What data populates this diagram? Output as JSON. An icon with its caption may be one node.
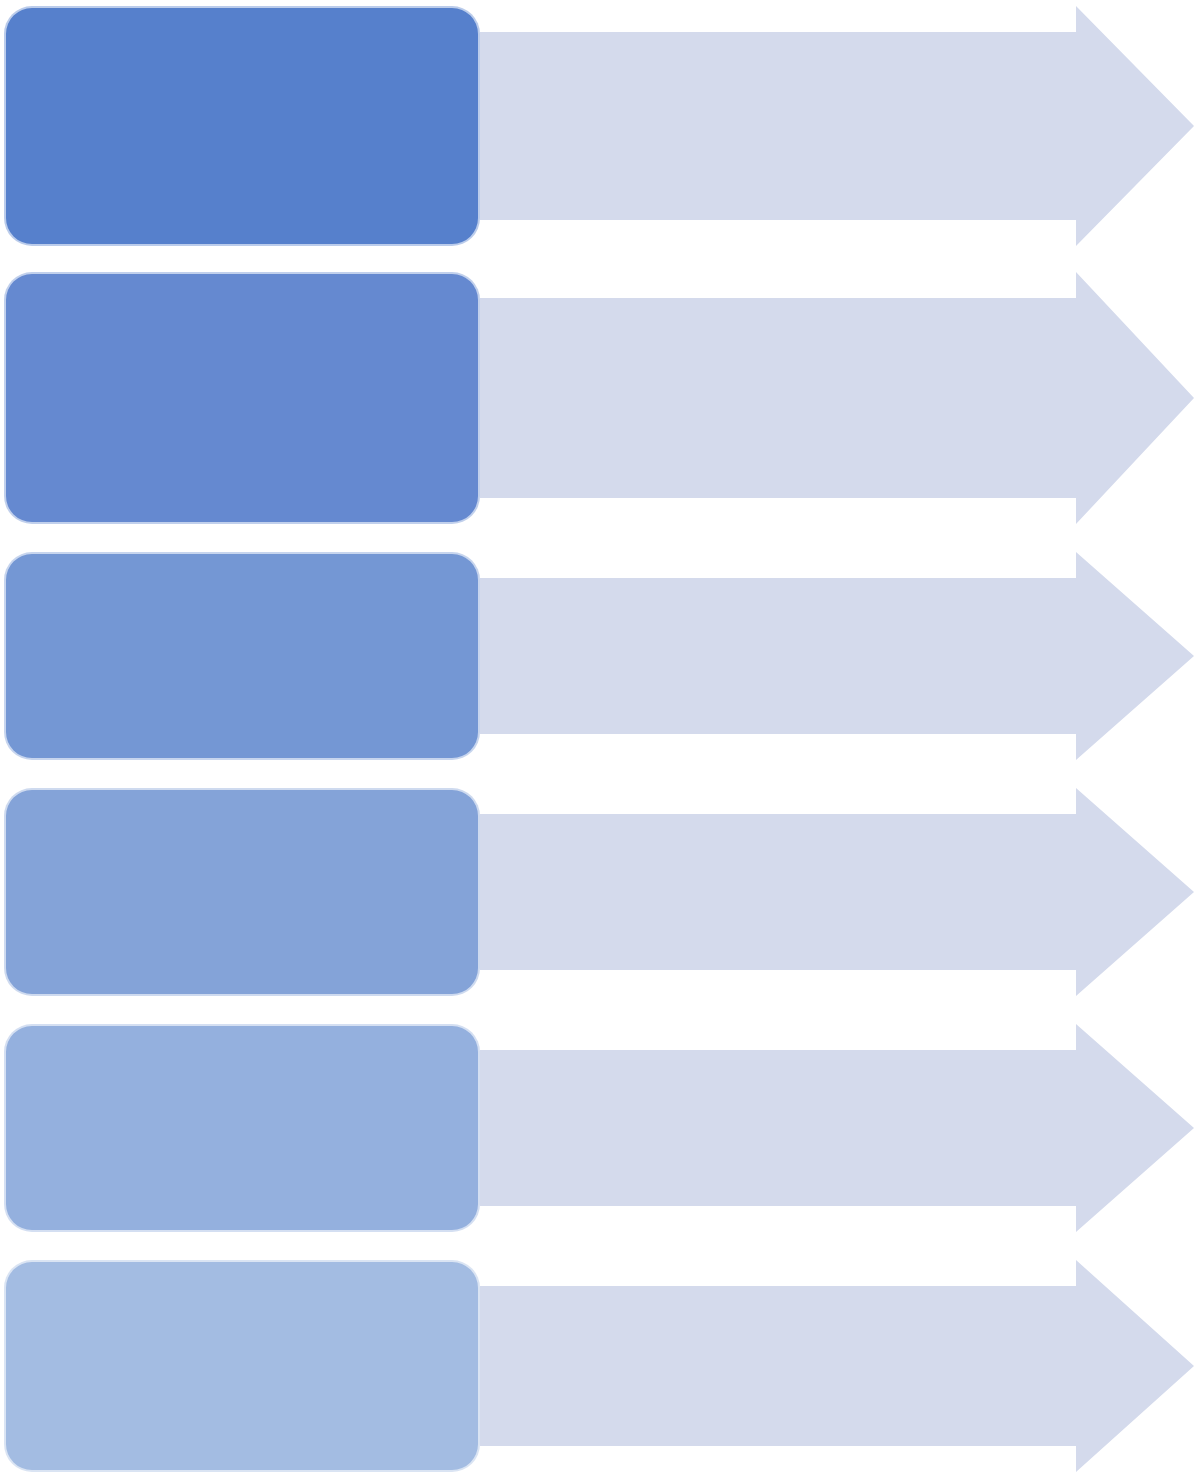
{
  "diagram": {
    "nodes": [
      {
        "text": [],
        "shape": "box"
      },
      {
        "text": [],
        "shape": "box"
      },
      {
        "text": [],
        "shape": "box"
      },
      {
        "text": [],
        "shape": "box"
      },
      {
        "text": [],
        "shape": "box"
      },
      {
        "text": [],
        "shape": "box"
      }
    ],
    "edges": [
      {
        "from": 0,
        "to": null,
        "arrow": "to",
        "style": "thick"
      },
      {
        "from": 1,
        "to": null,
        "arrow": "to",
        "style": "thick"
      },
      {
        "from": 2,
        "to": null,
        "arrow": "to",
        "style": "thick"
      },
      {
        "from": 3,
        "to": null,
        "arrow": "to",
        "style": "thick"
      },
      {
        "from": 4,
        "to": null,
        "arrow": "to",
        "style": "thick"
      },
      {
        "from": 5,
        "to": null,
        "arrow": "to",
        "style": "thick"
      }
    ]
  }
}
